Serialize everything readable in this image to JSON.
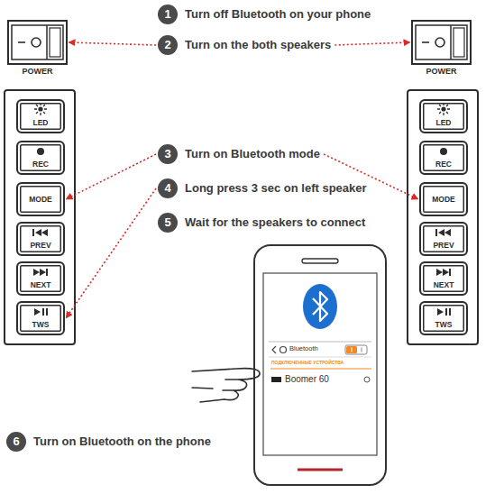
{
  "diagram": {
    "nodes": [
      {
        "text": [
          "1",
          "Turn off Bluetooth on your phone"
        ]
      },
      {
        "text": [
          "2",
          "Turn on the both speakers"
        ]
      },
      {
        "text": [
          "POWER"
        ]
      },
      {
        "text": [
          "POWER"
        ]
      },
      {
        "text": [
          "LED"
        ]
      },
      {
        "text": [
          "REC"
        ]
      },
      {
        "text": [
          "MODE"
        ]
      },
      {
        "text": [
          "PREV"
        ]
      },
      {
        "text": [
          "NEXT"
        ]
      },
      {
        "text": [
          "TWS"
        ]
      },
      {
        "text": [
          "3",
          "Turn on Bluetooth mode"
        ]
      },
      {
        "text": [
          "4",
          "Long press 3 sec on left speaker"
        ]
      },
      {
        "text": [
          "5",
          "Wait for the speakers to connect"
        ]
      },
      {
        "text": [
          "LED"
        ]
      },
      {
        "text": [
          "REC"
        ]
      },
      {
        "text": [
          "MODE"
        ]
      },
      {
        "text": [
          "PREV"
        ]
      },
      {
        "text": [
          "NEXT"
        ]
      },
      {
        "text": [
          "TWS"
        ]
      },
      {
        "text": [
          "6",
          "Turn on Bluetooth on the phone"
        ]
      }
    ],
    "edges": [
      {
        "from": 1,
        "to": 2,
        "arrow": "to"
      },
      {
        "from": 1,
        "to": 3,
        "arrow": "to"
      },
      {
        "from": 10,
        "to": 6,
        "arrow": "to"
      },
      {
        "from": 10,
        "to": 15,
        "arrow": "to"
      },
      {
        "from": 11,
        "to": 9,
        "arrow": "to"
      }
    ],
    "labels": [
      "Bluetooth",
      "ПОДКЛЮЧЕННЫЕ УСТРОЙСТВА",
      "Boomer 60"
    ]
  }
}
